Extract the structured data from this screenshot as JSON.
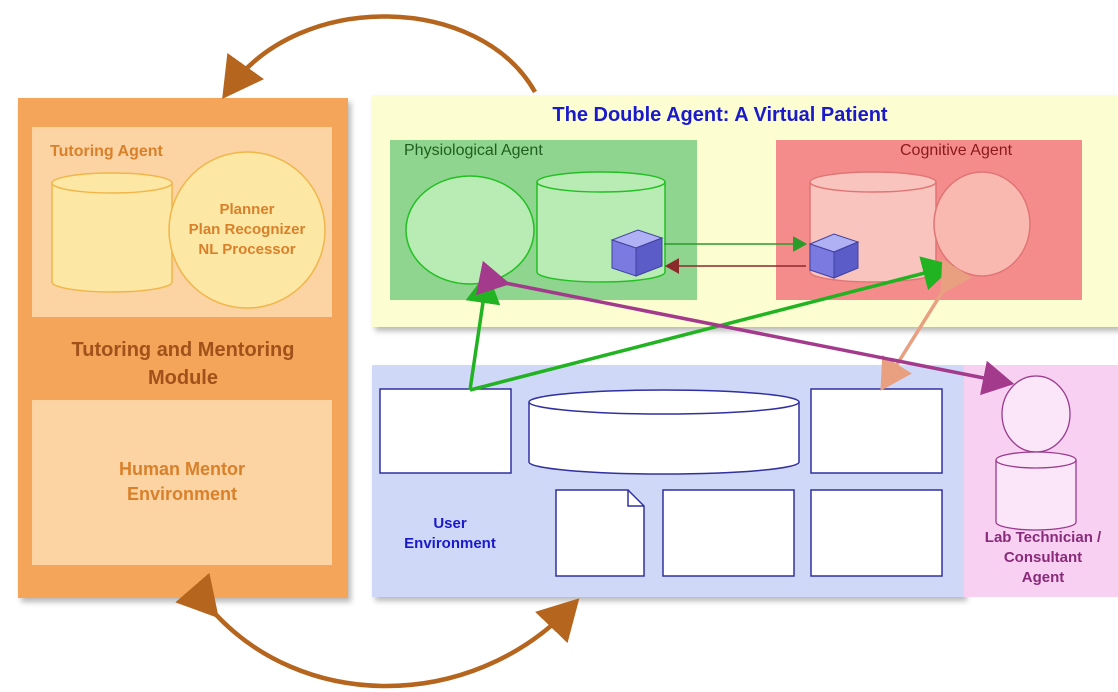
{
  "tutoring_module": {
    "tutoring_agent_label": "Tutoring Agent",
    "planner_lines": [
      "Planner",
      "Plan Recognizer",
      "NL Processor"
    ],
    "module_title_line1": "Tutoring and Mentoring",
    "module_title_line2": "Module",
    "mentor_line1": "Human Mentor",
    "mentor_line2": "Environment"
  },
  "virtual_patient": {
    "title": "The Double Agent: A Virtual Patient",
    "physiological_label": "Physiological Agent",
    "cognitive_label": "Cognitive Agent"
  },
  "user_env": {
    "line1": "User",
    "line2": "Environment"
  },
  "lab_tech": {
    "line1": "Lab Technician /",
    "line2": "Consultant",
    "line3": "Agent"
  },
  "colors": {
    "orange_dark": "#f4a55a",
    "orange_light": "#fcd3a3",
    "orange_text": "#d9802a",
    "yellow_panel": "#fdfdd2",
    "green_panel": "#8fd48f",
    "red_panel": "#f58c8c",
    "blue_panel": "#cfd9f7",
    "pink_panel": "#f7d0f2",
    "title_blue": "#1a1acc",
    "brown_arrow": "#b5651d",
    "green_arrow": "#22b322",
    "purple_arrow": "#a33a8c"
  }
}
